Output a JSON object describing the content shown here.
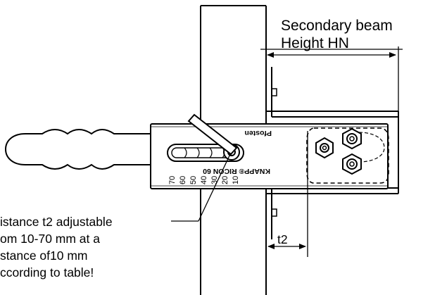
{
  "annotations": {
    "beam_label_line1": "Secondary beam",
    "beam_label_line2": "Height HN",
    "adjust_line1": "istance t2 adjustable",
    "adjust_line2": "om 10-70 mm at a",
    "adjust_line3": "stance of10 mm",
    "adjust_line4": "ccording to table!",
    "t2_label": "t2"
  },
  "product": {
    "brand_mark": "Pfosten",
    "model_mark": "KNAPP® RICON 60"
  },
  "scale": {
    "ticks": [
      "70",
      "60",
      "50",
      "40",
      "30",
      "20",
      "10"
    ]
  }
}
